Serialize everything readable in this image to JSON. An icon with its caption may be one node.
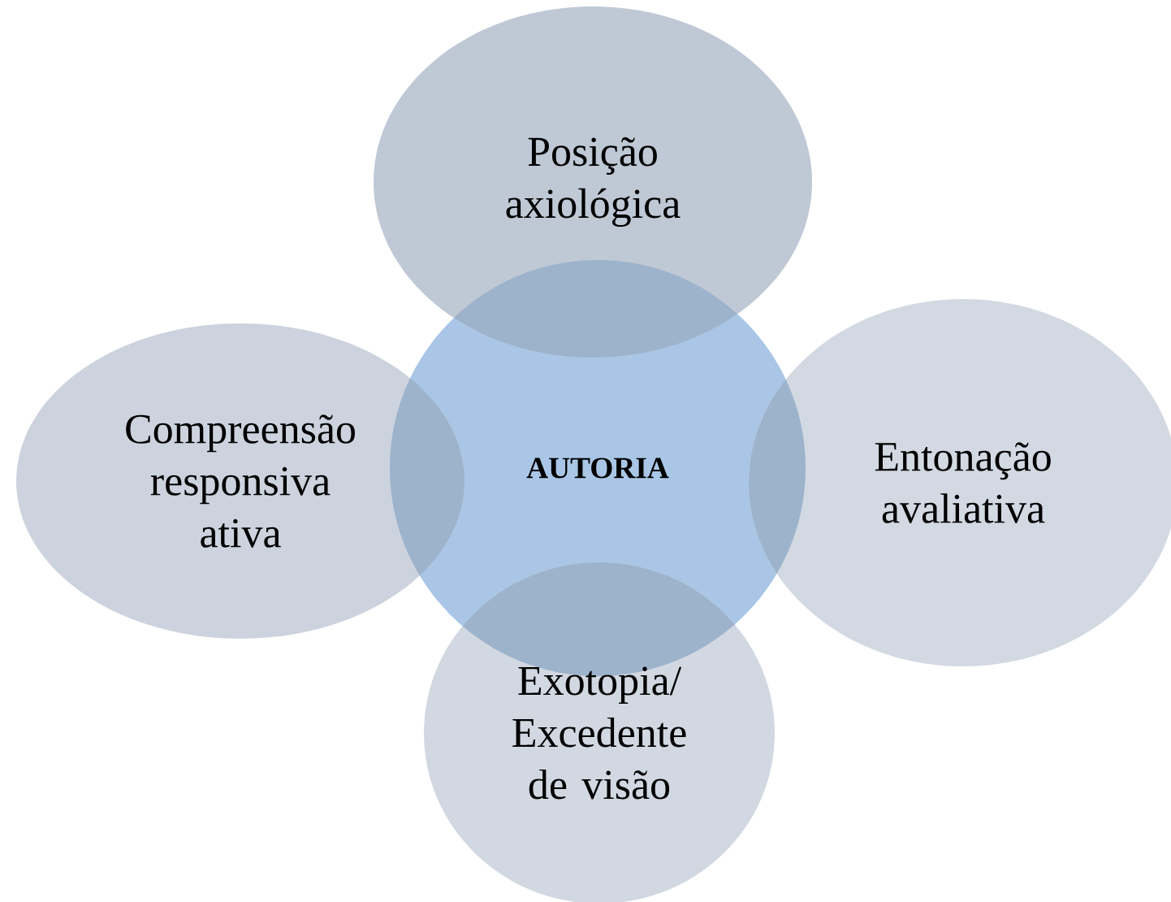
{
  "diagram": {
    "nodes": [
      {
        "text": [
          "Posição axiológica"
        ]
      },
      {
        "text": [
          "Compreensão responsiva ativa"
        ]
      },
      {
        "text": [
          "**AUTORIA**"
        ]
      },
      {
        "text": [
          "Entonação avaliativa"
        ]
      },
      {
        "text": [
          "Exotopia/ Excedente de visão"
        ]
      }
    ]
  }
}
